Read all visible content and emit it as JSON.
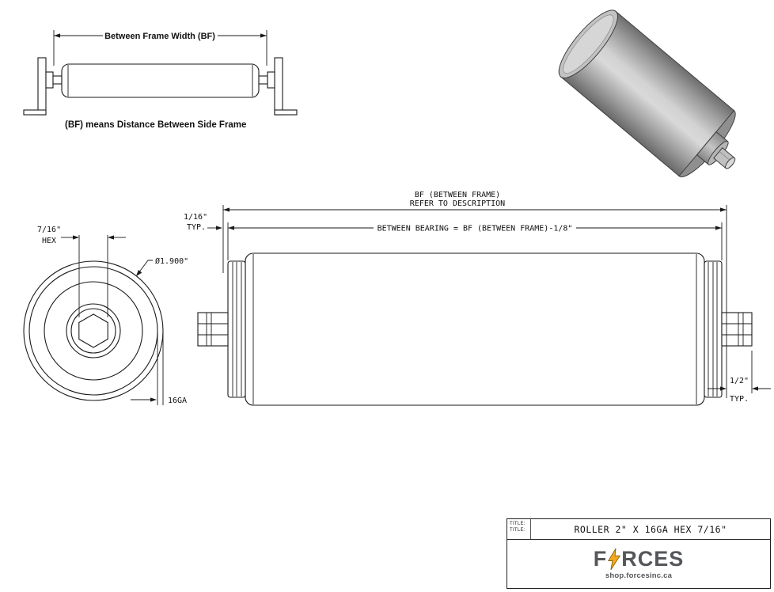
{
  "bf_diagram": {
    "width_label": "Between Frame Width (BF)",
    "caption": "(BF) means Distance Between Side Frame"
  },
  "end_view": {
    "hex_size": "7/16\"",
    "hex_word": "HEX",
    "diameter": "Ø1.900\"",
    "gauge": "16GA"
  },
  "side_view": {
    "bf_line1": "BF (BETWEEN FRAME)",
    "bf_line2": "REFER TO DESCRIPTION",
    "between_bearing": "BETWEEN BEARING = BF (BETWEEN FRAME)-1/8\"",
    "gap": "1/16\"",
    "gap_typ": "TYP.",
    "shaft_ext": "1/2\"",
    "shaft_ext_typ": "TYP."
  },
  "title_block": {
    "label_top": "TITLE:",
    "label_bottom": "TITLE:",
    "title": "ROLLER 2\" X 16GA HEX 7/16\"",
    "brand_f": "F",
    "brand_rest": "RCES",
    "website": "shop.forcesinc.ca"
  },
  "colors": {
    "line": "#1a1a1a",
    "accent": "#f6a81c",
    "brand_gray": "#54565a"
  }
}
